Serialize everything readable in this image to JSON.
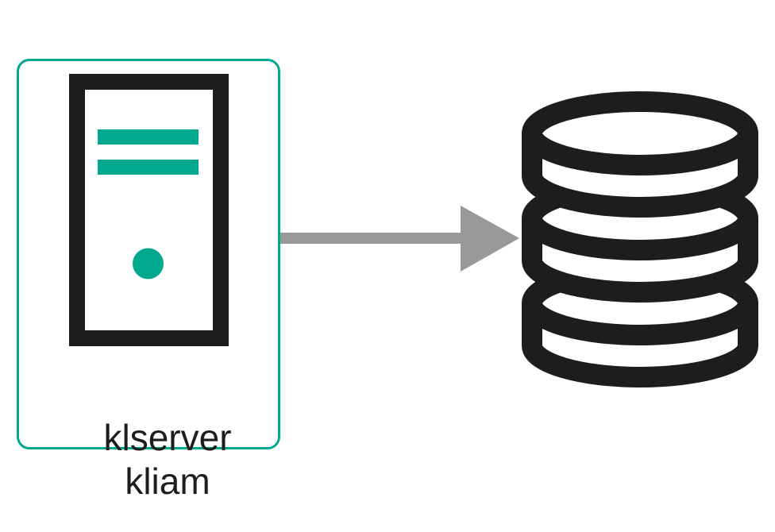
{
  "diagram": {
    "server": {
      "label_lines": [
        "klserver",
        "kliam"
      ],
      "icon": "server-tower-icon",
      "box_style": "rounded-teal-outline"
    },
    "connector": {
      "icon": "arrow-right",
      "from": "server-node",
      "to": "database-node"
    },
    "database": {
      "icon": "database-cylinder-stack-icon",
      "disc_count": 3
    }
  },
  "colors": {
    "accent": "#00a88e",
    "ink": "#1d1d1b",
    "arrow_gray": "#999999",
    "background": "#ffffff"
  }
}
